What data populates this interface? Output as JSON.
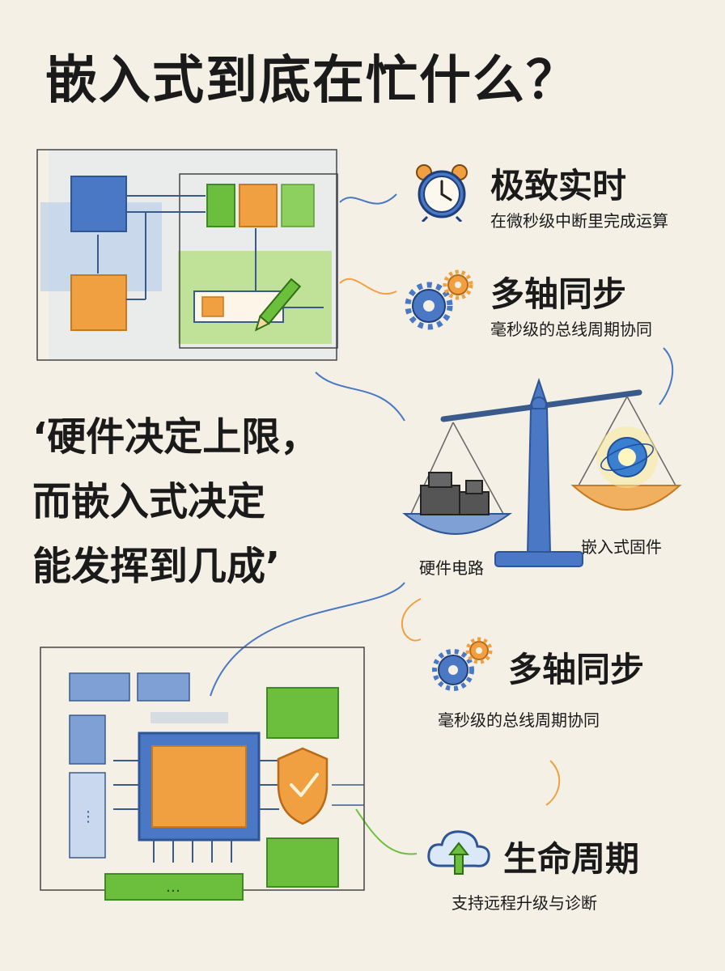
{
  "title": "嵌入式到底在忙什么？",
  "features": [
    {
      "title": "极致实时",
      "subtitle": "在微秒级中断里完成运算",
      "icon": "alarm-clock-icon"
    },
    {
      "title": "多轴同步",
      "subtitle": "毫秒级的总线周期协同",
      "icon": "gears-icon"
    },
    {
      "title": "多轴同步",
      "subtitle": "毫秒级的总线周期协同",
      "icon": "gears-icon"
    },
    {
      "title": "生命周期",
      "subtitle": "支持远程升级与诊断",
      "icon": "cloud-upload-icon"
    }
  ],
  "quote": {
    "line1": "‘硬件决定上限，",
    "line2": "而嵌入式决定",
    "line3": "能发挥到几成’"
  },
  "scale": {
    "left_label": "硬件电路",
    "right_label": "嵌入式固件"
  },
  "colors": {
    "blue": "#4a78c4",
    "orange": "#f0a040",
    "green": "#6cbf3c",
    "background": "#f4f0e6"
  }
}
